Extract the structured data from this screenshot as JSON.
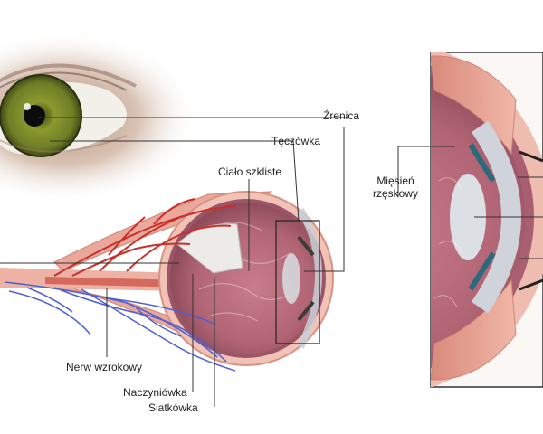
{
  "labels": {
    "pupil": "Źrenica",
    "iris": "Tęczówka",
    "vitreous": "Ciało szkliste",
    "ciliary_muscle": "Mięsień\nrzęskowy",
    "optic_nerve": "Nerw wzrokowy",
    "choroid": "Naczyniówka",
    "retina": "Siatkówka"
  },
  "colors": {
    "iris_green": "#7f8f2a",
    "sclera_pink": "#e7a79a",
    "vitreous_purple": "#b9707f",
    "artery_red": "#c9302c",
    "vein_blue": "#4f5fcf",
    "leader_line": "#333333"
  }
}
